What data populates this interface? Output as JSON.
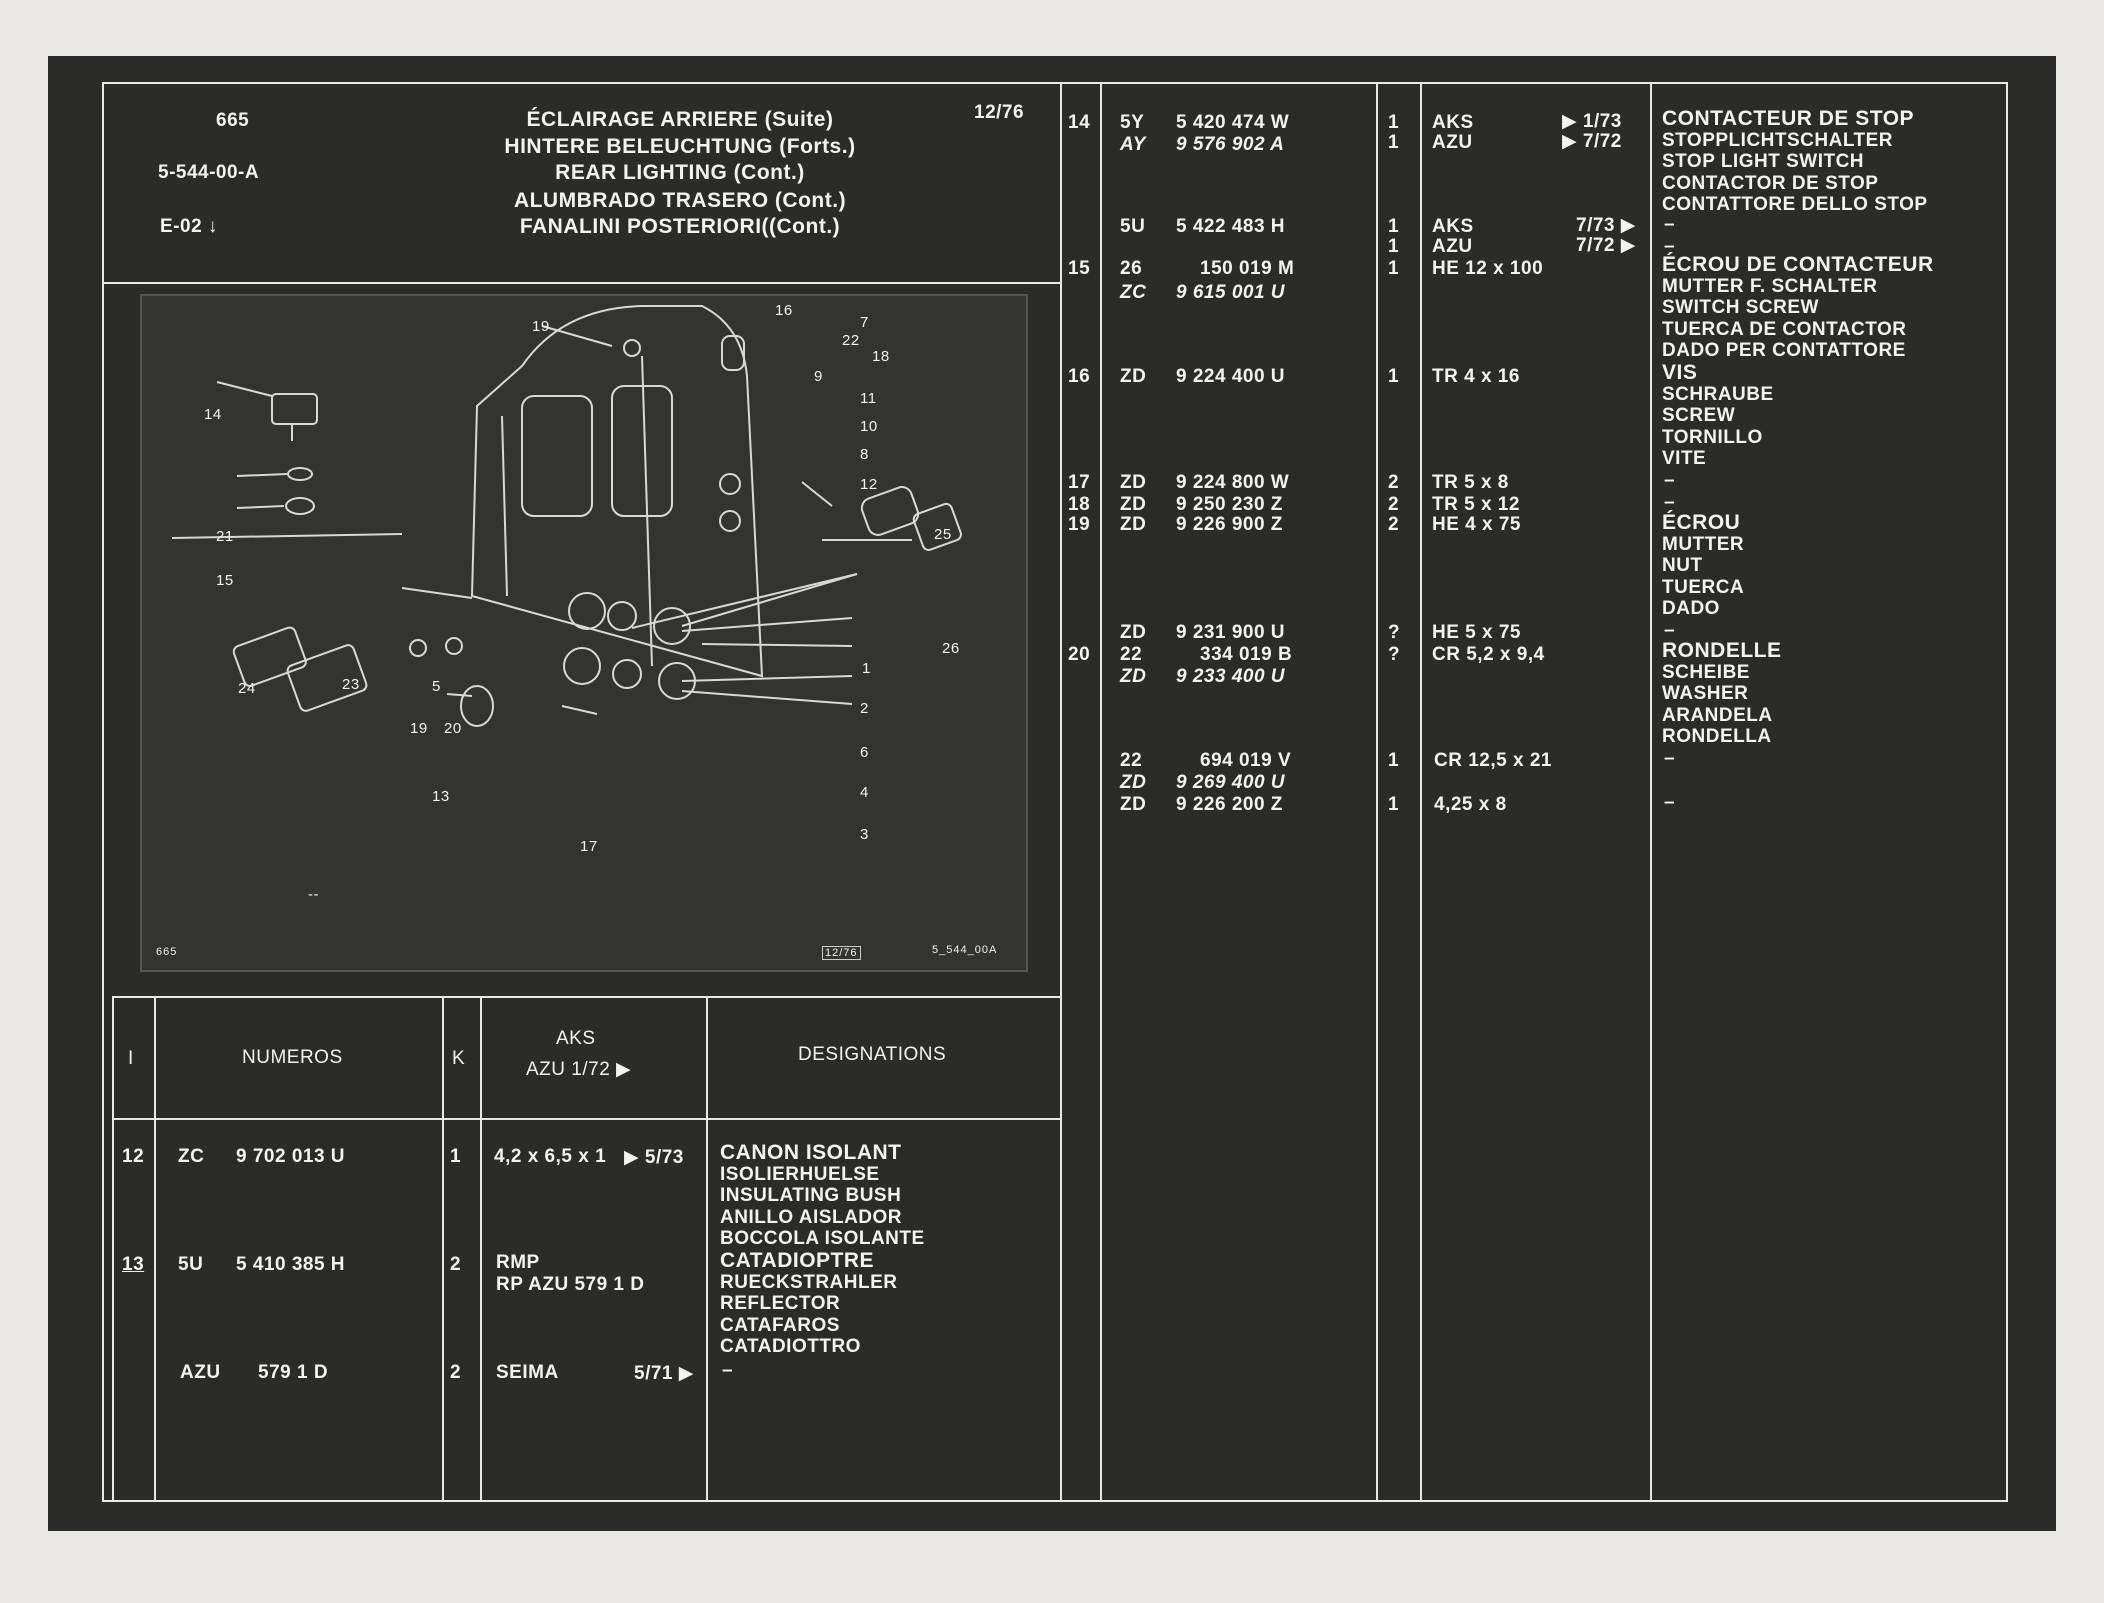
{
  "header": {
    "page_no": "665",
    "ref_code": "5-544-00-A",
    "variant": "E-02",
    "date": "12/76",
    "titles": [
      "ÉCLAIRAGE ARRIERE (Suite)",
      "HINTERE BELEUCHTUNG (Forts.)",
      "REAR LIGHTING (Cont.)",
      "ALUMBRADO TRASERO (Cont.)",
      "FANALINI POSTERIORI((Cont.)"
    ]
  },
  "diagram": {
    "labels": [
      "19",
      "16",
      "7",
      "22",
      "18",
      "9",
      "11",
      "10",
      "8",
      "12",
      "14",
      "21",
      "15",
      "25",
      "26",
      "24",
      "23",
      "5",
      "1",
      "2",
      "6",
      "4",
      "3",
      "19",
      "20",
      "13",
      "17",
      "--"
    ],
    "footer_left": "665",
    "footer_mid": "12/76",
    "footer_right": "5_544_00A"
  },
  "table_header": {
    "col_i": "I",
    "col_numeros": "NUMEROS",
    "col_k": "K",
    "col_aks": "AKS",
    "col_aks2": "AZU 1/72 ▶",
    "col_designations": "DESIGNATIONS"
  },
  "left_rows": {
    "r12": {
      "i": "12",
      "n1": "ZC",
      "n2": "9 702 013 U",
      "k": "1",
      "aks": "4,2 x 6,5 x 1",
      "date": "▶ 5/73",
      "desig": [
        "CANON ISOLANT",
        "ISOLIERHUELSE",
        "INSULATING BUSH",
        "ANILLO AISLADOR",
        "BOCCOLA ISOLANTE"
      ]
    },
    "r13": {
      "i": "13",
      "n1": "5U",
      "n2": "5 410 385 H",
      "k": "2",
      "aks": [
        "RMP",
        "RP AZU 579   1 D"
      ],
      "desig": [
        "CATADIOPTRE",
        "RUECKSTRAHLER",
        "REFLECTOR",
        "CATAFAROS",
        "CATADIOTTRO"
      ]
    },
    "r13b": {
      "n1": "AZU",
      "n2": "579      1 D",
      "k": "2",
      "aks": "SEIMA",
      "date": "5/71 ▶",
      "desig": "–"
    }
  },
  "right_rows": {
    "r14a": {
      "i": "14",
      "n1": "5Y",
      "n2": "5 420 474 W",
      "k": "1",
      "aks": "AKS",
      "date": "▶  1/73",
      "desig": [
        "CONTACTEUR DE STOP",
        "STOPPLICHTSCHALTER",
        "STOP LIGHT SWITCH",
        "CONTACTOR DE STOP",
        "CONTATTORE DELLO STOP"
      ]
    },
    "r14b": {
      "n1": "AY",
      "n2": "9 576 902 A",
      "k": "1",
      "aks": "AZU",
      "date": "▶  7/72"
    },
    "r14c": {
      "n1": "5U",
      "n2": "5 422 483 H",
      "k": "1",
      "aks": "AKS",
      "date": "7/73 ▶",
      "desig": "–"
    },
    "r14d": {
      "k": "1",
      "aks": "AZU",
      "date": "7/72 ▶",
      "desig": "–"
    },
    "r15a": {
      "i": "15",
      "n1": "26",
      "n2": "150 019 M",
      "k": "1",
      "aks": "HE 12 x 100",
      "desig": [
        "ÉCROU DE CONTACTEUR",
        "MUTTER F. SCHALTER",
        "SWITCH SCREW",
        "TUERCA DE CONTACTOR",
        "DADO PER CONTATTORE"
      ]
    },
    "r15b": {
      "n1": "ZC",
      "n2": "9 615 001 U"
    },
    "r16": {
      "i": "16",
      "n1": "ZD",
      "n2": "9 224 400 U",
      "k": "1",
      "aks": "TR 4 x 16",
      "desig": [
        "VIS",
        "SCHRAUBE",
        "SCREW",
        "TORNILLO",
        "VITE"
      ]
    },
    "r17": {
      "i": "17",
      "n1": "ZD",
      "n2": "9 224 800 W",
      "k": "2",
      "aks": "TR 5 x 8",
      "desig": "–"
    },
    "r18": {
      "i": "18",
      "n1": "ZD",
      "n2": "9 250 230 Z",
      "k": "2",
      "aks": "TR 5 x 12",
      "desig": "–"
    },
    "r19": {
      "i": "19",
      "n1": "ZD",
      "n2": "9 226 900 Z",
      "k": "2",
      "aks": "HE 4 x 75",
      "desig": [
        "ÉCROU",
        "MUTTER",
        "NUT",
        "TUERCA",
        "DADO"
      ]
    },
    "r19b": {
      "n1": "ZD",
      "n2": "9 231 900 U",
      "k": "?",
      "aks": "HE 5 x 75",
      "desig": "–"
    },
    "r20a": {
      "i": "20",
      "n1": "22",
      "n2": "334 019 B",
      "k": "?",
      "aks": "CR 5,2 x 9,4",
      "desig": [
        "RONDELLE",
        "SCHEIBE",
        "WASHER",
        "ARANDELA",
        "RONDELLA"
      ]
    },
    "r20b": {
      "n1": "ZD",
      "n2": "9 233 400 U"
    },
    "r20c": {
      "n1": "22",
      "n2": "694 019 V",
      "k": "1",
      "aks": "CR 12,5 x 21",
      "desig": "–"
    },
    "r20d": {
      "n1": "ZD",
      "n2": "9 269 400 U"
    },
    "r20e": {
      "n1": "ZD",
      "n2": "9 226 200 Z",
      "k": "1",
      "aks": "4,25 x 8",
      "desig": "–"
    }
  }
}
